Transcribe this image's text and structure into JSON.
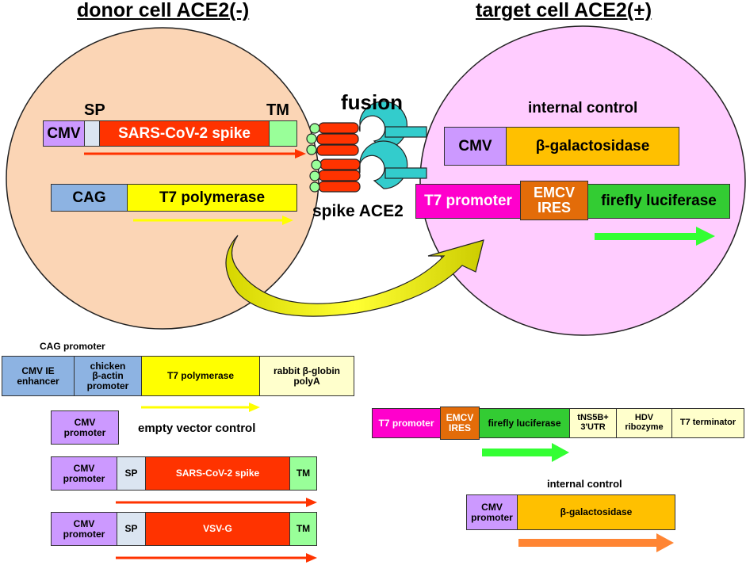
{
  "titles": {
    "donor": "donor cell  ACE2(-)",
    "target": "target cell ACE2(+)"
  },
  "top": {
    "sp": "SP",
    "tm": "TM",
    "fusion": "fusion",
    "spike_ace2": "spike ACE2",
    "internal_control": "internal control",
    "donor_spike": {
      "cmv": "CMV",
      "spike": "SARS-CoV-2 spike"
    },
    "donor_t7": {
      "cag": "CAG",
      "t7": "T7 polymerase"
    },
    "target_gal": {
      "cmv": "CMV",
      "gal": "β-galactosidase"
    },
    "target_luc": {
      "t7p": "T7 promoter",
      "ires": "EMCV\nIRES",
      "luc": "firefly  luciferase"
    }
  },
  "bottom": {
    "cag_promoter": "CAG promoter",
    "cag_construct": {
      "enhancer": "CMV IE\nenhancer",
      "actin": "chicken\nβ-actin\npromoter",
      "t7": "T7 polymerase",
      "polya": "rabbit β-globin\npolyA"
    },
    "empty": {
      "cmv": "CMV\npromoter",
      "label": "empty vector control"
    },
    "spike": {
      "cmv": "CMV\npromoter",
      "sp": "SP",
      "gene": "SARS-CoV-2  spike",
      "tm": "TM"
    },
    "vsvg": {
      "cmv": "CMV\npromoter",
      "sp": "SP",
      "gene": "VSV-G",
      "tm": "TM"
    },
    "reporter": {
      "t7p": "T7 promoter",
      "ires": "EMCV\nIRES",
      "luc": "firefly  luciferase",
      "ns5b": "tNS5B+\n3'UTR",
      "hdv": "HDV\nribozyme",
      "term": "T7 terminator"
    },
    "internal_control": "internal control",
    "gal": {
      "cmv": "CMV\npromoter",
      "gene": "β-galactosidase"
    }
  },
  "colors": {
    "donor_cell": "#fbd5b5",
    "target_cell": "#ffccff",
    "cmv": "#cc99ff",
    "cag": "#8db3e2",
    "sp": "#dbe5f1",
    "spike": "#ff3300",
    "tm": "#99ff99",
    "t7": "#ffff00",
    "gal": "#ffc000",
    "t7_promoter": "#ff00cc",
    "ires": "#e36c09",
    "luc": "#33cc33",
    "polya": "#ffffcc",
    "arrow_red": "#ff3300",
    "arrow_yellow": "#ffff00",
    "arrow_green": "#33ff33",
    "arrow_orange": "#ff8533",
    "transfer_arrow": "#cccc00"
  }
}
